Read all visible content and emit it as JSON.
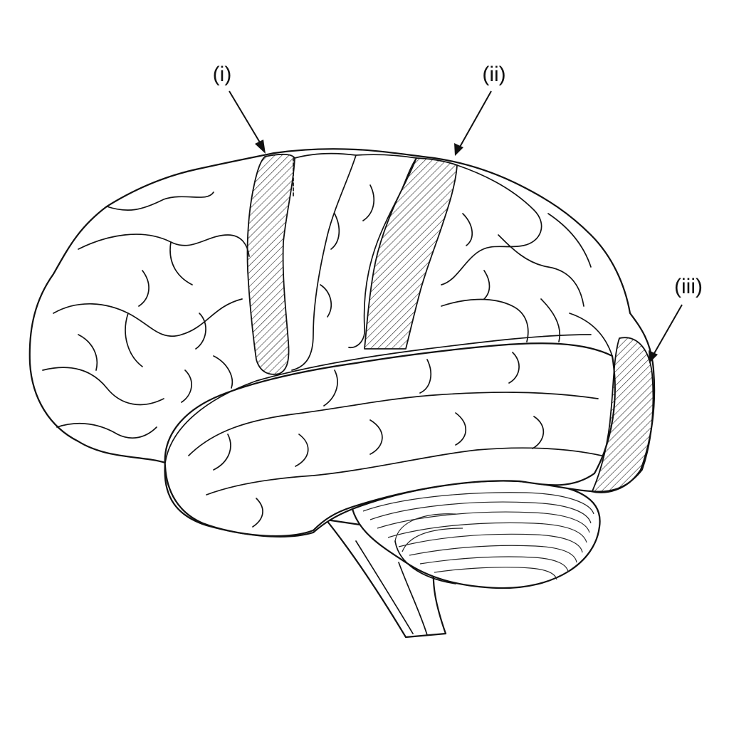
{
  "labels": {
    "i": "(i)",
    "ii": "(ii)",
    "iii": "(iii)"
  },
  "colors": {
    "line": "#111111",
    "background": "#ffffff",
    "hatch": "#222222"
  }
}
